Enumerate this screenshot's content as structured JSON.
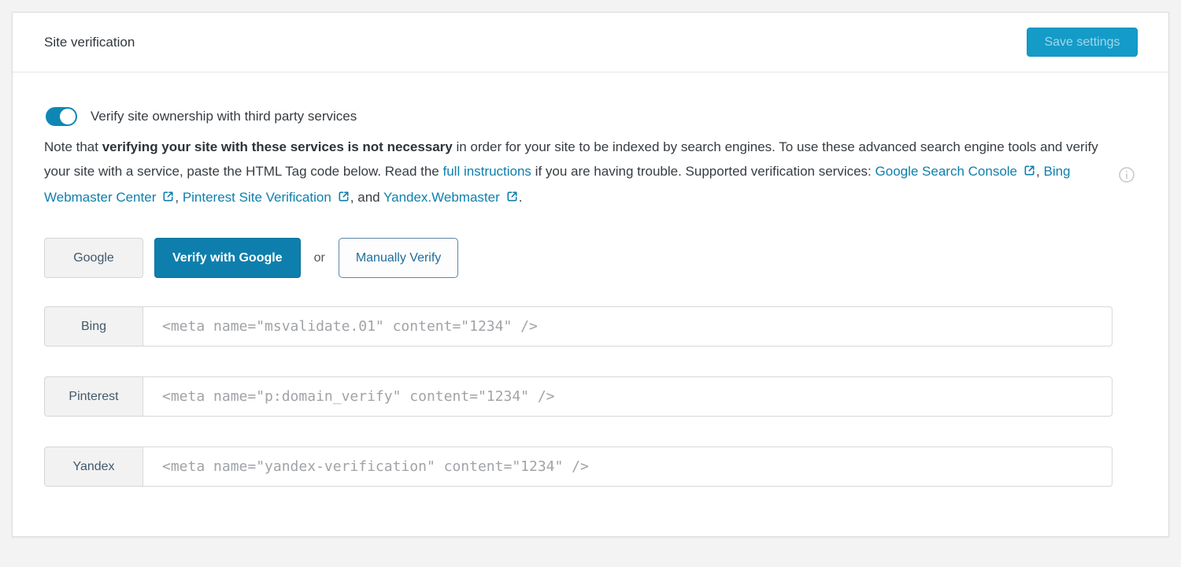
{
  "header": {
    "title": "Site verification",
    "save_label": "Save settings"
  },
  "toggle_section": {
    "label": "Verify site ownership with third party services",
    "enabled": true
  },
  "description": {
    "text_1": "Note that ",
    "bold_text": "verifying your site with these services is not necessary",
    "text_2": " in order for your site to be indexed by search engines. To use these advanced search engine tools and verify your site with a service, paste the HTML Tag code below. Read the ",
    "link_full_instructions": "full instructions",
    "text_3": " if you are having trouble. Supported verification services: ",
    "links": {
      "google": "Google Search Console",
      "bing": "Bing Webmaster Center",
      "pinterest": "Pinterest Site Verification",
      "yandex": "Yandex.Webmaster"
    },
    "sep_comma_1": ", ",
    "sep_comma_2": ", ",
    "sep_and": ", and ",
    "period": "."
  },
  "google_row": {
    "label": "Google",
    "verify_button": "Verify with Google",
    "or_text": "or",
    "manual_button": "Manually Verify"
  },
  "service_inputs": [
    {
      "label": "Bing",
      "value": "",
      "placeholder": "<meta name=\"msvalidate.01\" content=\"1234\" />"
    },
    {
      "label": "Pinterest",
      "value": "",
      "placeholder": "<meta name=\"p:domain_verify\" content=\"1234\" />"
    },
    {
      "label": "Yandex",
      "value": "",
      "placeholder": "<meta name=\"yandex-verification\" content=\"1234\" />"
    }
  ],
  "icons": {
    "external_link": "external-link-icon",
    "info": "info-icon"
  },
  "colors": {
    "accent_blue": "#0e7fad",
    "save_button_bg": "#149bc8",
    "toggle_on": "#0f87b5",
    "link": "#0e7fad",
    "page_bg": "#f3f3f3",
    "chip_bg": "#f2f2f2",
    "placeholder_text": "#a0a3a7"
  }
}
